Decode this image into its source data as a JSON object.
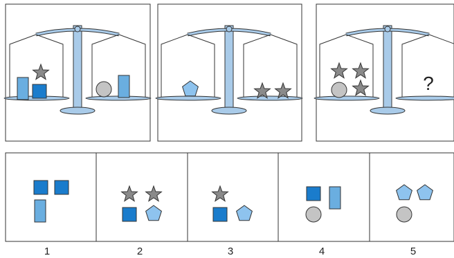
{
  "puzzle": {
    "scales": [
      {
        "left": [
          "tall-rect",
          "square",
          "star"
        ],
        "right": [
          "circle",
          "tall-rect"
        ]
      },
      {
        "left": [
          "pentagon"
        ],
        "right": [
          "star",
          "star"
        ]
      },
      {
        "left": [
          "star",
          "star",
          "circle",
          "star"
        ],
        "right_label": "?"
      }
    ],
    "options": [
      {
        "number": "1",
        "shapes": [
          "square",
          "square",
          "tall-rect"
        ]
      },
      {
        "number": "2",
        "shapes": [
          "star",
          "star",
          "square",
          "pentagon"
        ]
      },
      {
        "number": "3",
        "shapes": [
          "star",
          "square",
          "pentagon"
        ]
      },
      {
        "number": "4",
        "shapes": [
          "square",
          "tall-rect",
          "circle"
        ]
      },
      {
        "number": "5",
        "shapes": [
          "pentagon",
          "pentagon",
          "circle"
        ]
      }
    ]
  },
  "colors": {
    "square": "#1a7ccc",
    "tall_rect": "#6aaee0",
    "pentagon": "#8ec3ee",
    "star": "#8a8a8a",
    "circle": "#c4c4c4",
    "scale_blue": "#a9cbe9",
    "outline": "#333333"
  }
}
